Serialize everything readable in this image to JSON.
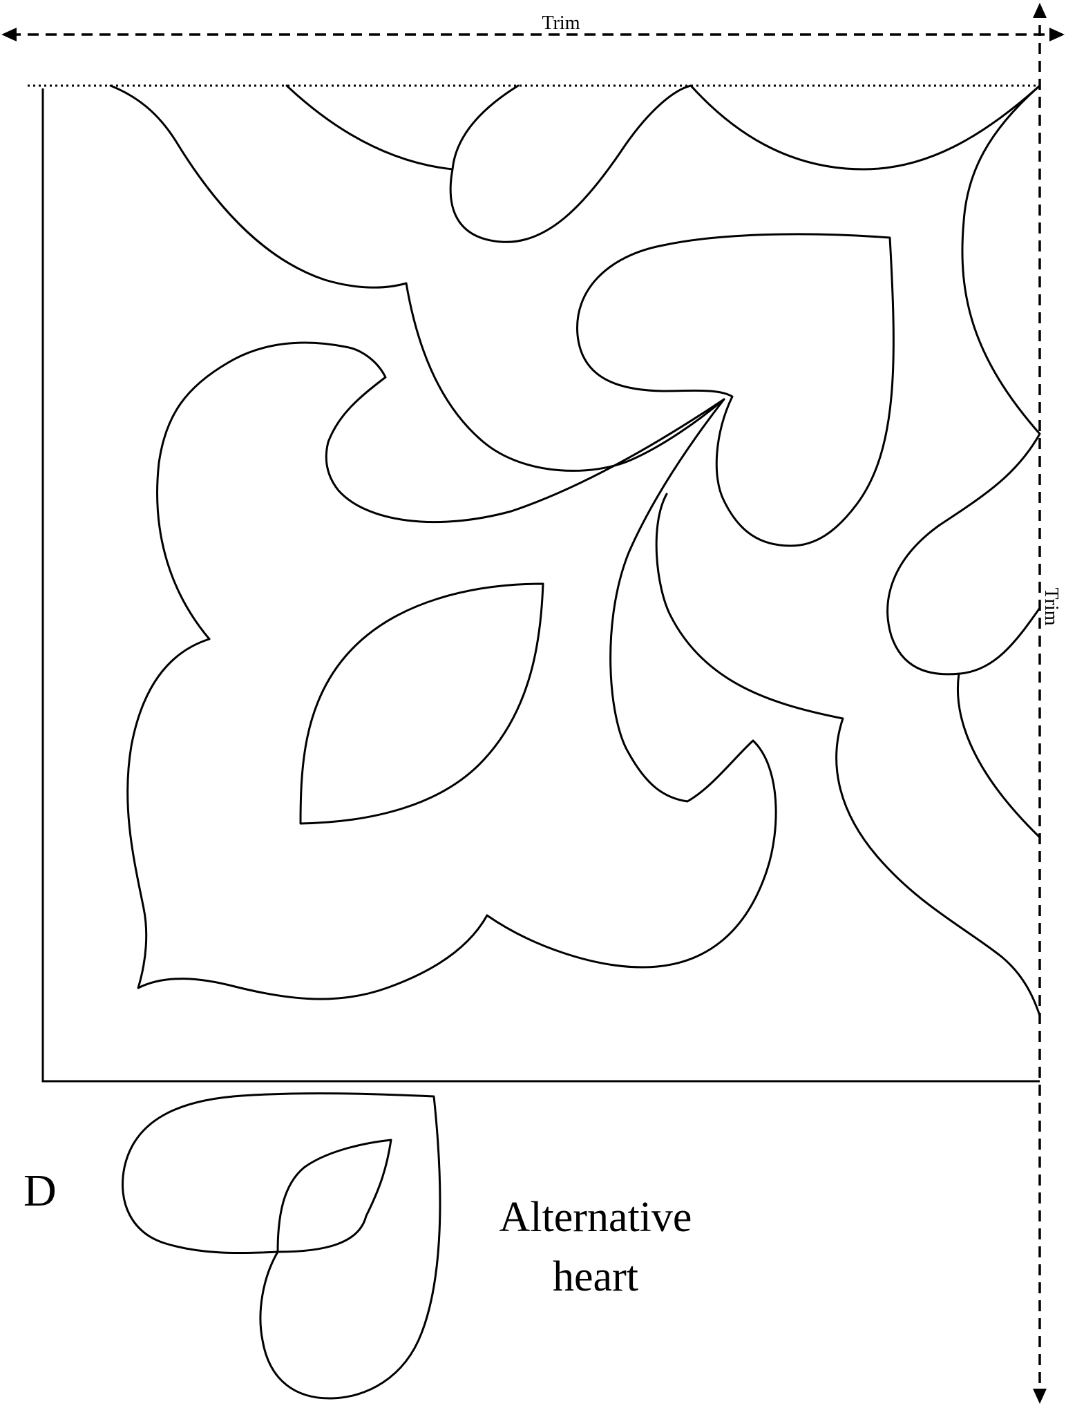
{
  "trim_labels": {
    "top": "Trim",
    "right": "Trim"
  },
  "piece_label": "D",
  "caption": {
    "line1": "Alternative",
    "line2": "heart"
  },
  "colors": {
    "line": "#000000",
    "background": "#ffffff"
  }
}
